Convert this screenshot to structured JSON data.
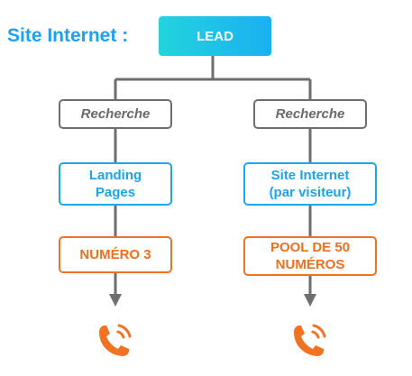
{
  "title": "Site Internet :",
  "lead": "LEAD",
  "left_branch": {
    "step1": "Recherche",
    "step2": "Landing\nPages",
    "step3": "NUMÉRO 3",
    "end_icon": "phone-ringing-icon"
  },
  "right_branch": {
    "step1": "Recherche",
    "step2": "Site Internet\n(par visiteur)",
    "step3": "POOL DE 50\nNUMÉROS",
    "end_icon": "phone-ringing-icon"
  },
  "colors": {
    "accent_blue": "#1EA2EE",
    "lead_gradient_start": "#22D4DC",
    "lead_gradient_end": "#1AB0F2",
    "gray": "#6E6E6E",
    "orange": "#F27224",
    "connector": "#6E6E6E"
  }
}
